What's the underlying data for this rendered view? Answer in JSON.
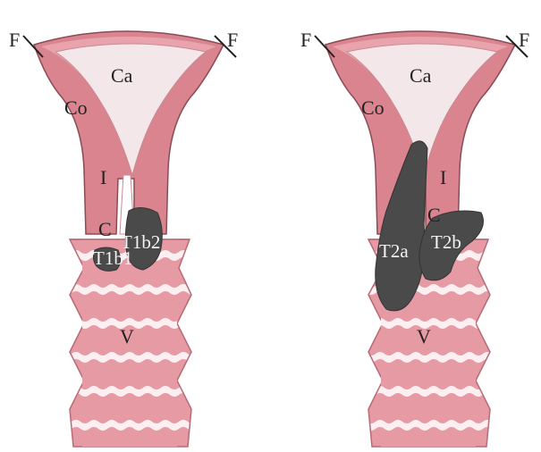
{
  "colors": {
    "uterus_outer": "#d9848f",
    "uterus_inner": "#e8a3ad",
    "cavity": "#f4e7ea",
    "vagina_body": "#e69aa4",
    "vagina_stripe": "#fbeff1",
    "tumor": "#4a4a4a",
    "outline": "#7a4048"
  },
  "panels": [
    {
      "labels": {
        "fallopian_left": "F",
        "fallopian_right": "F",
        "cavity": "Ca",
        "corpus": "Co",
        "isthmus": "I",
        "cervix": "C",
        "vagina": "V",
        "tumor_a": "T1b2",
        "tumor_b": "T1b1"
      }
    },
    {
      "labels": {
        "fallopian_left": "F",
        "fallopian_right": "F",
        "cavity": "Ca",
        "corpus": "Co",
        "isthmus": "I",
        "cervix": "C",
        "vagina": "V",
        "tumor_a": "T2a",
        "tumor_b": "T2b"
      }
    }
  ]
}
